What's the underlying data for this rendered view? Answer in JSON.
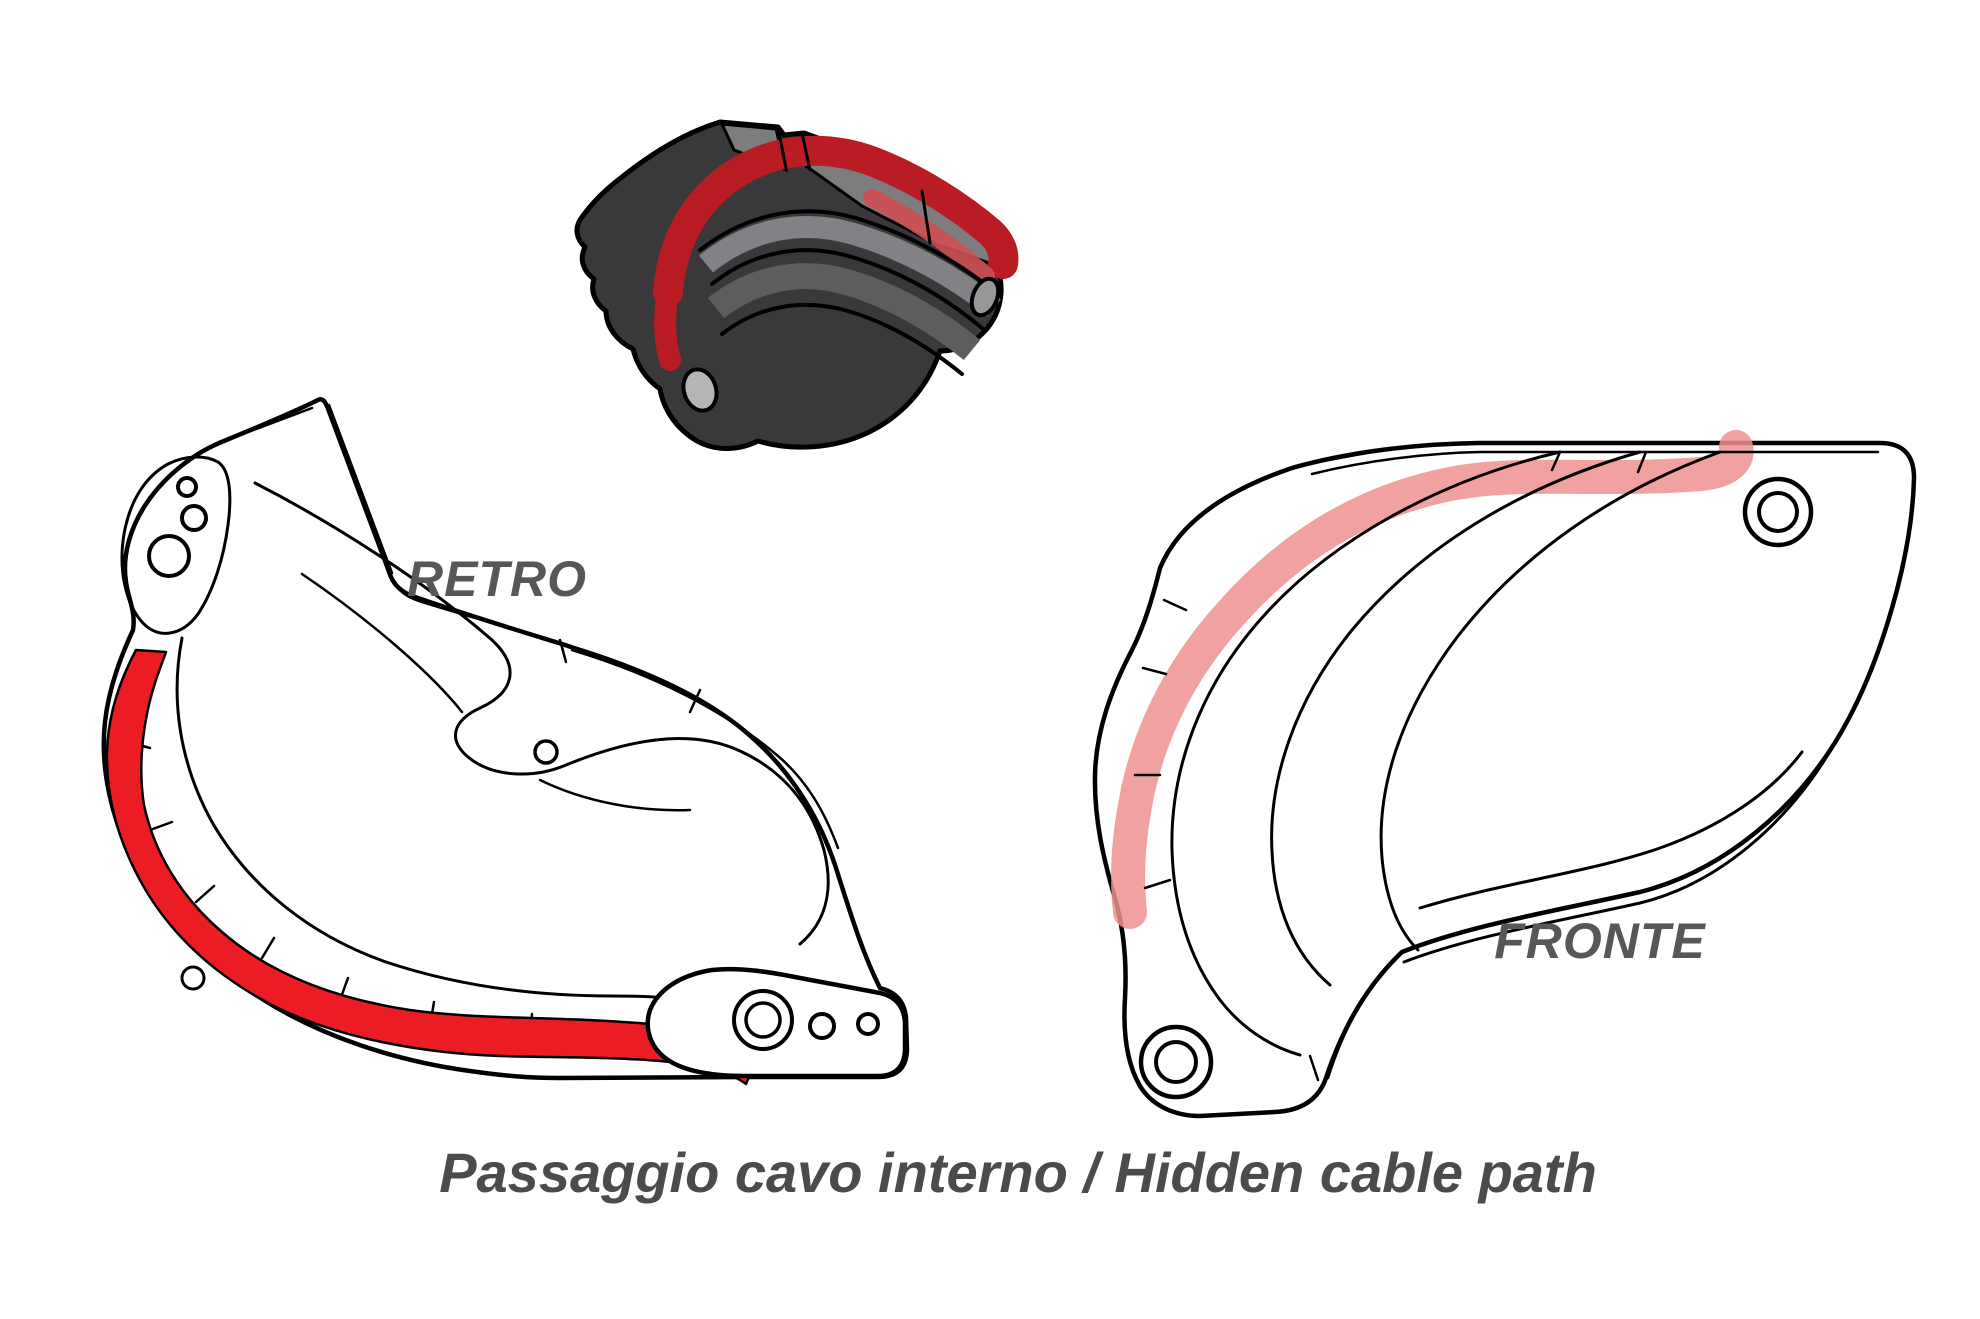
{
  "labels": {
    "retro": "RETRO",
    "fronte": "FRONTE"
  },
  "caption": "Passaggio cavo interno / Hidden cable path",
  "colors": {
    "background": "#ffffff",
    "outline": "#000000",
    "view_label": "#57575a",
    "caption_text": "#4b4b4d",
    "cable_path_red": "#ec1c24",
    "cable_path_pink": "#ef908f",
    "cable_path_dark_red": "#b91d23",
    "cable_path_dark_red_light": "#cf4f52",
    "part_dark_body": "#39393b",
    "part_roof_gray": "#7d7d80",
    "part_band_light": "#828286",
    "part_band_mid": "#5d5d60",
    "hole_gray": "#b5b5b8"
  }
}
